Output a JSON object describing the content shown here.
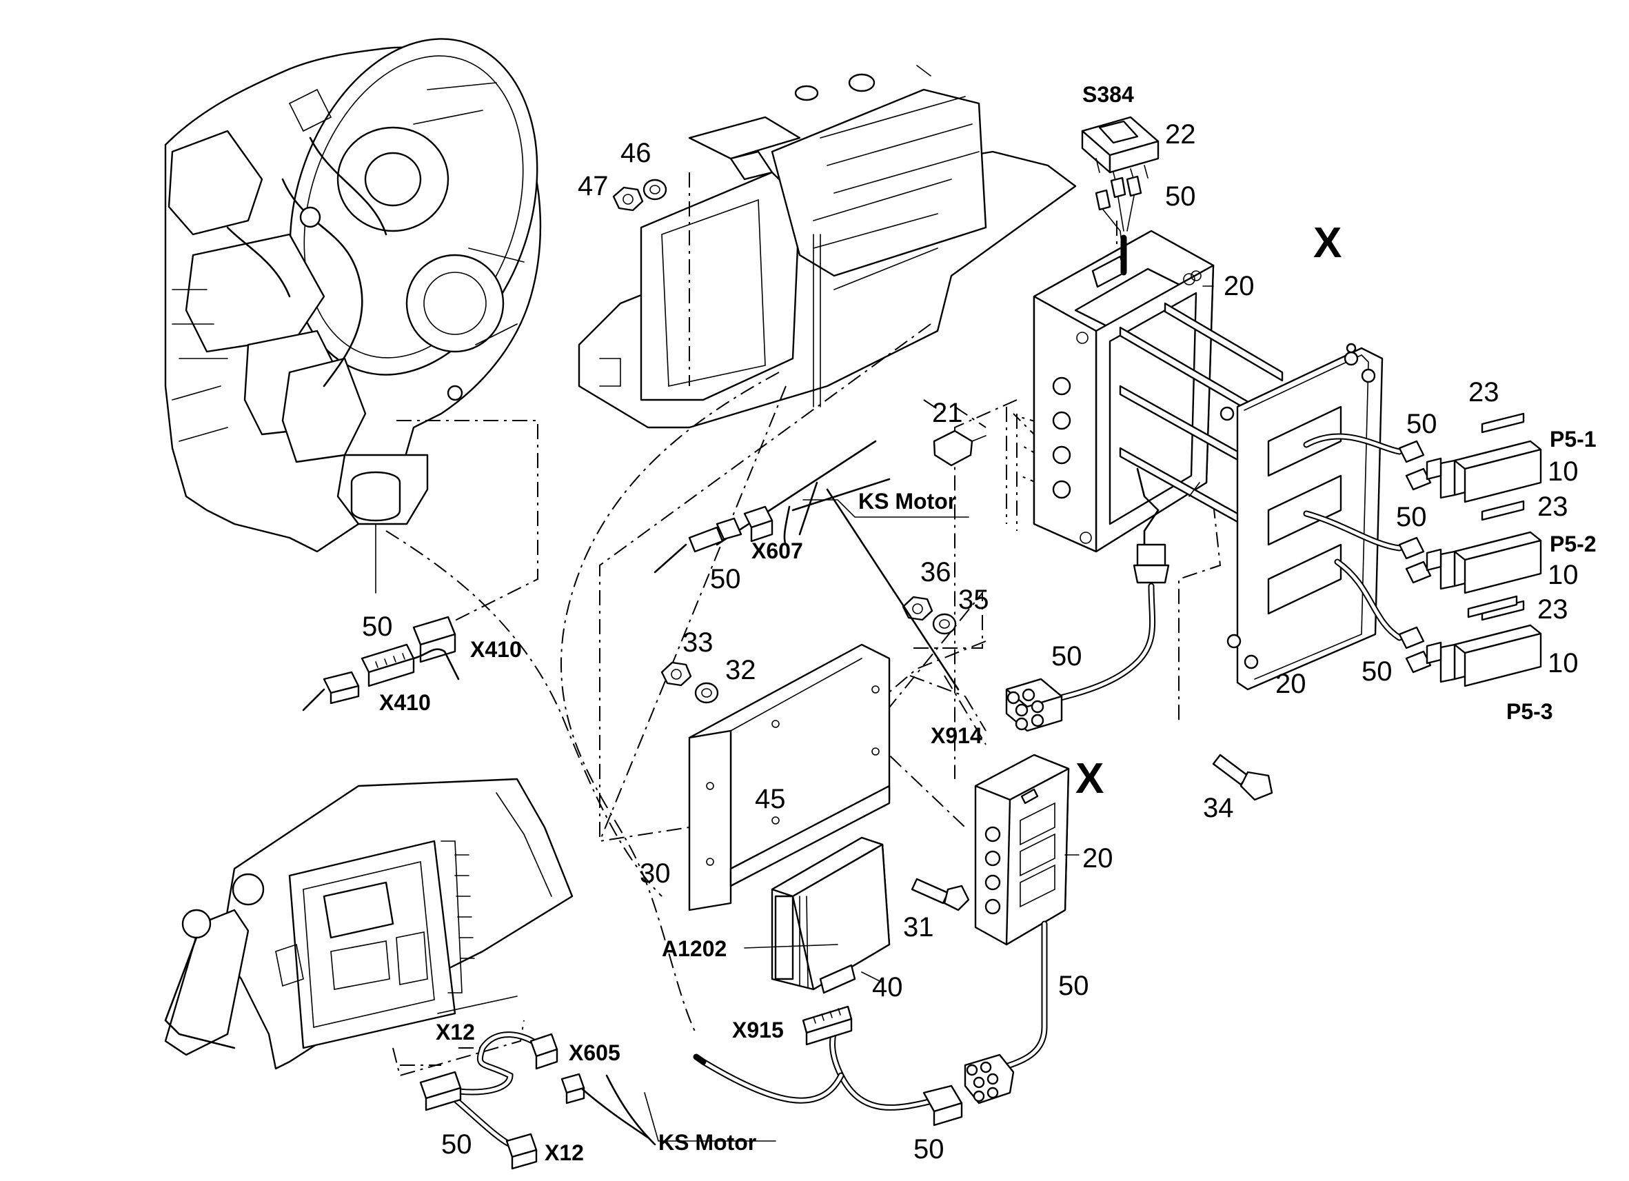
{
  "labels": {
    "s384": "S384",
    "n22": "22",
    "n50_switch": "50",
    "n46": "46",
    "n47": "47",
    "x_top": "X",
    "n20_frame": "20",
    "n21": "21",
    "n23_a": "23",
    "n50_p1": "50",
    "p5_1": "P5-1",
    "n10_a": "10",
    "n50_p2": "50",
    "n23_b": "23",
    "p5_2": "P5-2",
    "n10_b": "10",
    "n23_c": "23",
    "n10_c": "10",
    "n50_p3": "50",
    "n20_plate": "20",
    "p5_3": "P5-3",
    "ks_motor_top": "KS Motor",
    "x607": "X607",
    "n50_x607": "50",
    "n36": "36",
    "n35": "35",
    "n33": "33",
    "n32": "32",
    "n50_x914": "50",
    "x914": "X914",
    "n50_x410": "50",
    "x410_a": "X410",
    "x410_b": "X410",
    "n45": "45",
    "x_mid": "X",
    "n34": "34",
    "n20_box": "20",
    "n30": "30",
    "n31": "31",
    "a1202": "A1202",
    "n40": "40",
    "n50_box": "50",
    "x915": "X915",
    "x12_a": "X12",
    "x605": "X605",
    "n50_bl": "50",
    "x12_b": "X12",
    "ks_motor_bottom": "KS Motor",
    "n50_bottom": "50"
  },
  "icons": [
    "engine-assembly",
    "battery-tray",
    "rocker-switch",
    "switch-housing",
    "mounting-plate",
    "display-module",
    "bracket",
    "control-unit",
    "connector",
    "hex-nut",
    "washer",
    "bolt",
    "electrical-cabinet"
  ]
}
